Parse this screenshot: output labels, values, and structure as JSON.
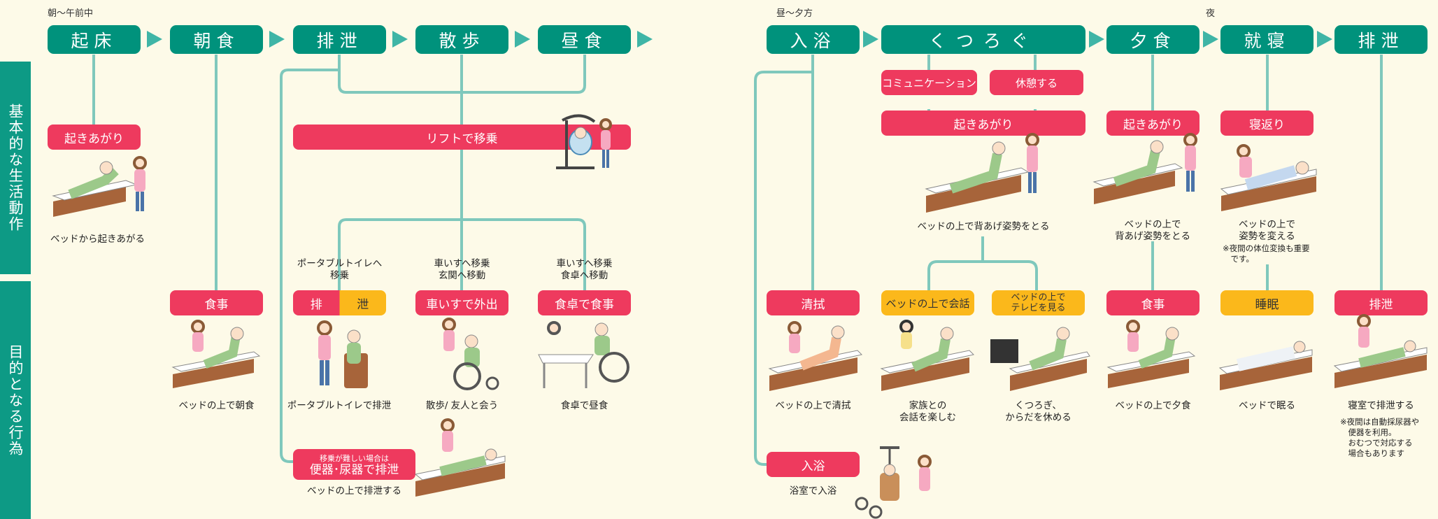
{
  "colors": {
    "teal": "#00927c",
    "side": "#0d9a85",
    "line": "#7fc8bc",
    "red": "#ee3a5e",
    "yellow": "#fbb81b",
    "bg": "#fdfae8"
  },
  "periods": {
    "morning": "朝〜午前中",
    "afternoon": "昼〜夕方",
    "night": "夜"
  },
  "side": {
    "basic": "基本的な生活動作",
    "purpose": "目的となる行為"
  },
  "headers": [
    "起床",
    "朝食",
    "排泄",
    "散歩",
    "昼食",
    "入浴",
    "くつろぐ",
    "夕食",
    "就寝",
    "排泄"
  ],
  "basic_actions": {
    "wake_up": "起きあがり",
    "lift": "リフトで移乗",
    "communication": "コミュニケーション",
    "rest": "休憩する",
    "sit_up_relax": "起きあがり",
    "sit_up_dinner": "起きあがり",
    "turn_over": "寝返り"
  },
  "basic_captions": {
    "wake_up": "ベッドから起きあがる",
    "relax": "ベッドの上で背あげ姿勢をとる",
    "dinner": "ベッドの上で\n背あげ姿勢をとる",
    "turn_over": "ベッドの上で\n姿勢を変える",
    "turn_over_note": "※夜間の体位変換も重要\n　です。"
  },
  "transfer_captions": {
    "toilet": "ポータブルトイレへ\n移乗",
    "walk": "車いすへ移乗\n玄関へ移動",
    "lunch": "車いすへ移乗\n食卓へ移動"
  },
  "purpose_actions": {
    "breakfast": "食事",
    "toilet_a": "排",
    "toilet_b": "泄",
    "outing": "車いすで外出",
    "lunch": "食卓で食事",
    "wipe": "清拭",
    "chat": "ベッドの上で会話",
    "tv": "ベッドの上で\nテレビを見る",
    "dinner": "食事",
    "sleep": "睡眠",
    "excretion": "排泄",
    "bedpan_small": "移乗が難しい場合は",
    "bedpan": "便器･尿器で排泄",
    "bath": "入浴"
  },
  "purpose_captions": {
    "breakfast": "ベッドの上で朝食",
    "toilet": "ポータブルトイレで排泄",
    "outing": "散歩/ 友人と会う",
    "lunch": "食卓で昼食",
    "wipe": "ベッドの上で清拭",
    "chat": "家族との\n会話を楽しむ",
    "tv": "くつろぎ、\nからだを休める",
    "dinner": "ベッドの上で夕食",
    "sleep": "ベッドで眠る",
    "excretion": "寝室で排泄する",
    "excretion_note": "※夜間は自動採尿器や\n　便器を利用。\n　おむつで対応する\n　場合もあります",
    "bedpan": "ベッドの上で排泄する",
    "bath": "浴室で入浴"
  }
}
